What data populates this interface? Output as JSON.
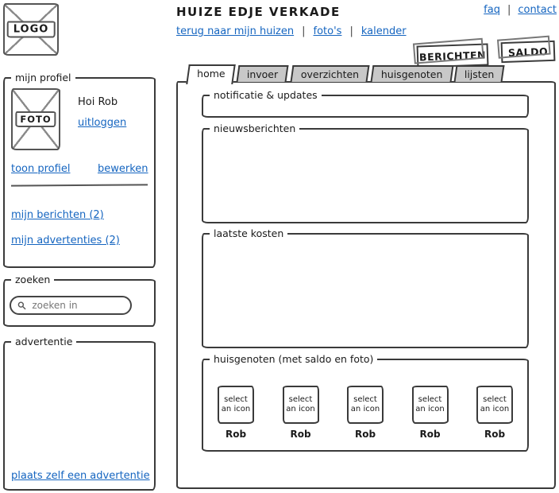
{
  "header": {
    "logo_label": "LOGO",
    "title": "HUIZE EDJE VERKADE",
    "faq_label": "faq",
    "contact_label": "contact",
    "separator": "|",
    "nav": {
      "back": "terug naar mijn huizen",
      "photos": "foto's",
      "calendar": "kalender"
    },
    "berichten_label": "BERICHTEN",
    "saldo_label": "SALDO"
  },
  "sidebar": {
    "profile": {
      "legend": "mijn profiel",
      "photo_label": "FOTO",
      "greeting": "Hoi Rob",
      "logout_label": "uitloggen",
      "view_profile_label": "toon profiel",
      "edit_label": "bewerken",
      "messages_label": "mijn berichten (2)",
      "ads_label": "mijn advertenties (2)"
    },
    "search": {
      "legend": "zoeken",
      "placeholder": "zoeken in"
    },
    "ad": {
      "legend": "advertentie",
      "link_label": "plaats zelf een advertentie"
    }
  },
  "main": {
    "tabs": [
      {
        "label": "home",
        "active": true
      },
      {
        "label": "invoer",
        "active": false
      },
      {
        "label": "overzichten",
        "active": false
      },
      {
        "label": "huisgenoten",
        "active": false
      },
      {
        "label": "lijsten",
        "active": false
      }
    ],
    "sections": {
      "notifications": {
        "legend": "notificatie & updates"
      },
      "news": {
        "legend": "nieuwsberichten"
      },
      "costs": {
        "legend": "laatste kosten"
      },
      "housemates": {
        "legend": "huisgenoten (met saldo en foto)"
      }
    },
    "housemates": [
      {
        "icon_label": "select an icon",
        "name": "Rob"
      },
      {
        "icon_label": "select an icon",
        "name": "Rob"
      },
      {
        "icon_label": "select an icon",
        "name": "Rob"
      },
      {
        "icon_label": "select an icon",
        "name": "Rob"
      },
      {
        "icon_label": "select an icon",
        "name": "Rob"
      }
    ]
  },
  "colors": {
    "link": "#1565c0",
    "tab_inactive": "#c8c8c8",
    "border": "#3a3a3a"
  }
}
